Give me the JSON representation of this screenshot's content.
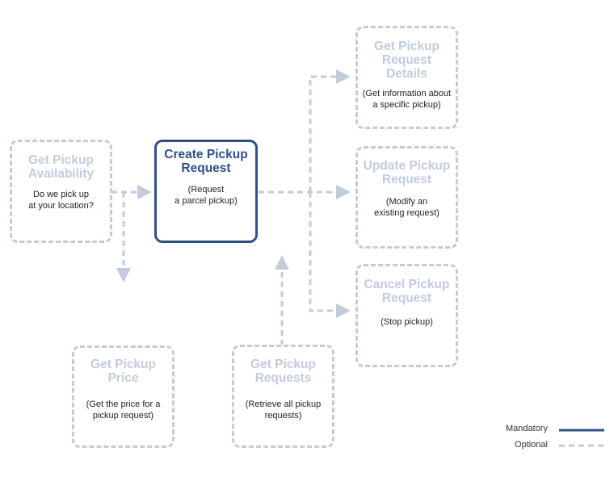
{
  "nodes": {
    "availability": {
      "title": "Get Pickup\nAvailability",
      "description": "Do we pick up\nat your location?",
      "kind": "optional"
    },
    "create": {
      "title": "Create Pickup\nRequest",
      "description": "(Request\na parcel pickup)",
      "kind": "mandatory"
    },
    "price": {
      "title": "Get Pickup\nPrice",
      "description": "(Get the price for a\npickup request)",
      "kind": "optional"
    },
    "requests": {
      "title": "Get Pickup\nRequests",
      "description": "(Retrieve all pickup\nrequests)",
      "kind": "optional"
    },
    "details": {
      "title": "Get Pickup\nRequest\nDetails",
      "description": "(Get information about\na specific pickup)",
      "kind": "optional"
    },
    "update": {
      "title": "Update Pickup\nRequest",
      "description": "(Modify an\nexisting request)",
      "kind": "optional"
    },
    "cancel": {
      "title": "Cancel Pickup\nRequest",
      "description": "(Stop pickup)",
      "kind": "optional"
    }
  },
  "edges": [
    {
      "from": "availability",
      "to": "create",
      "style": "optional"
    },
    {
      "from": "availability",
      "to": "price",
      "style": "optional"
    },
    {
      "from": "requests",
      "to": "create",
      "style": "optional"
    },
    {
      "from": "create",
      "to": "details",
      "style": "optional"
    },
    {
      "from": "create",
      "to": "update",
      "style": "optional"
    },
    {
      "from": "create",
      "to": "cancel",
      "style": "optional"
    }
  ],
  "legend": {
    "mandatory_label": "Mandatory",
    "optional_label": "Optional"
  },
  "colors": {
    "mandatory": "#2e5087",
    "optional": "#c3cbdb",
    "text": "#222222"
  }
}
